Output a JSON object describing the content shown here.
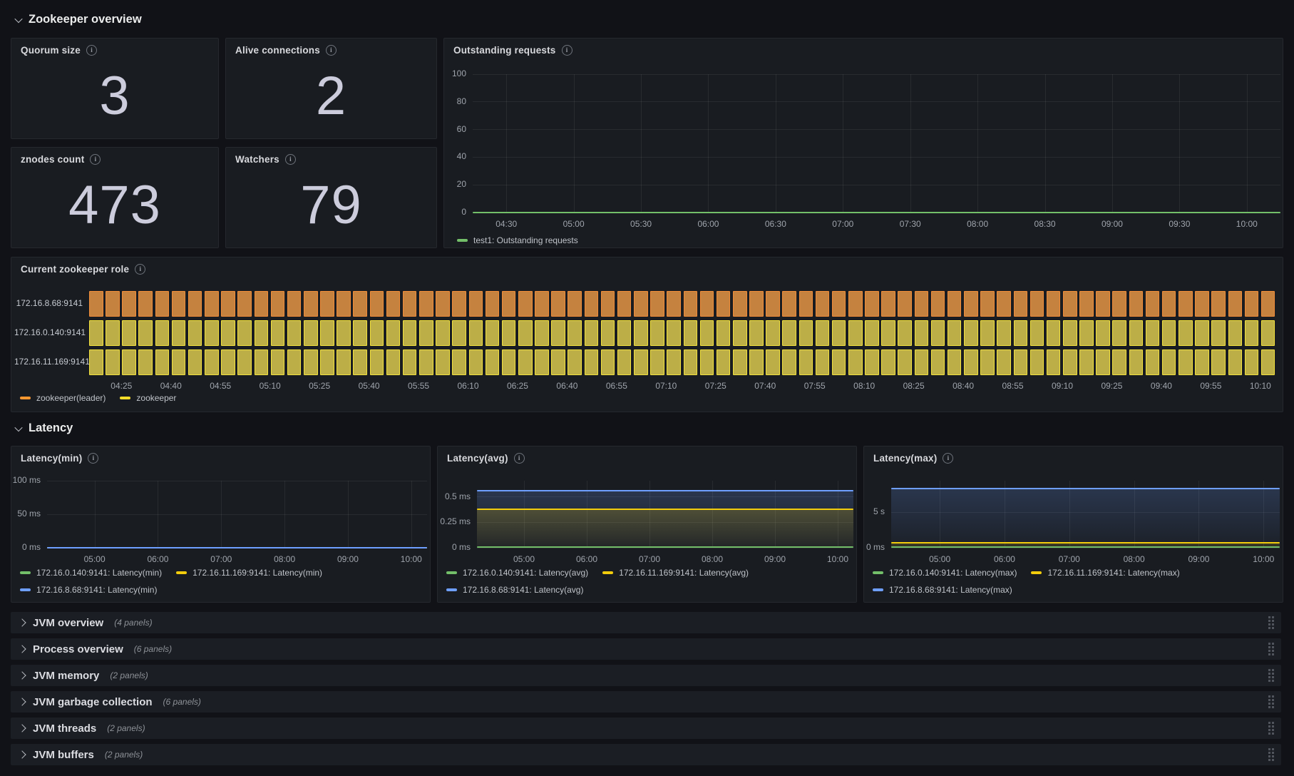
{
  "sections": {
    "overview": "Zookeeper overview",
    "latency": "Latency"
  },
  "stats": [
    {
      "title": "Quorum size",
      "value": "3"
    },
    {
      "title": "Alive connections",
      "value": "2"
    },
    {
      "title": "znodes count",
      "value": "473"
    },
    {
      "title": "Watchers",
      "value": "79"
    }
  ],
  "chart_data": [
    {
      "id": "outstanding",
      "type": "line",
      "title": "Outstanding requests",
      "ylim": [
        0,
        100
      ],
      "y_ticks": [
        {
          "v": 0,
          "label": "0"
        },
        {
          "v": 20,
          "label": "20"
        },
        {
          "v": 40,
          "label": "40"
        },
        {
          "v": 60,
          "label": "60"
        },
        {
          "v": 80,
          "label": "80"
        },
        {
          "v": 100,
          "label": "100"
        }
      ],
      "x_ticks": [
        "04:30",
        "05:00",
        "05:30",
        "06:00",
        "06:30",
        "07:00",
        "07:30",
        "08:00",
        "08:30",
        "09:00",
        "09:30",
        "10:00"
      ],
      "series": [
        {
          "name": "test1: Outstanding requests",
          "color": "#73bf69",
          "value": 0,
          "fill": false
        }
      ],
      "legend_position": "bottom",
      "grid": true
    },
    {
      "id": "role",
      "type": "status-history",
      "title": "Current zookeeper role",
      "rows": [
        {
          "label": "172.16.8.68:9141",
          "state": "zookeeper(leader)",
          "border": "#f08c39",
          "fill": "#c5823f"
        },
        {
          "label": "172.16.0.140:9141",
          "state": "zookeeper",
          "border": "#f2e13d",
          "fill": "#bcae47"
        },
        {
          "label": "172.16.11.169:9141",
          "state": "zookeeper",
          "border": "#f2e13d",
          "fill": "#bcae47"
        }
      ],
      "bar_count": 72,
      "x_ticks": [
        "04:25",
        "04:40",
        "04:55",
        "05:10",
        "05:25",
        "05:40",
        "05:55",
        "06:10",
        "06:25",
        "06:40",
        "06:55",
        "07:10",
        "07:25",
        "07:40",
        "07:55",
        "08:10",
        "08:25",
        "08:40",
        "08:55",
        "09:10",
        "09:25",
        "09:40",
        "09:55",
        "10:10"
      ],
      "legend": [
        {
          "label": "zookeeper(leader)",
          "color": "#ff9830"
        },
        {
          "label": "zookeeper",
          "color": "#fade2a"
        }
      ]
    },
    {
      "id": "latency_min",
      "type": "line",
      "title": "Latency(min)",
      "ylim": [
        0,
        100
      ],
      "y_ticks": [
        {
          "v": 0,
          "label": "0 ms"
        },
        {
          "v": 50,
          "label": "50 ms"
        },
        {
          "v": 100,
          "label": "100 ms"
        }
      ],
      "x_ticks": [
        "05:00",
        "06:00",
        "07:00",
        "08:00",
        "09:00",
        "10:00"
      ],
      "series": [
        {
          "name": "172.16.0.140:9141: Latency(min)",
          "color": "#73bf69",
          "value": 0,
          "fill": false
        },
        {
          "name": "172.16.11.169:9141: Latency(min)",
          "color": "#f2cc0c",
          "value": 0,
          "fill": false
        },
        {
          "name": "172.16.8.68:9141: Latency(min)",
          "color": "#6e9fff",
          "value": 0,
          "fill": false
        }
      ],
      "legend_position": "bottom"
    },
    {
      "id": "latency_avg",
      "type": "line",
      "title": "Latency(avg)",
      "ylim": [
        0,
        0.66
      ],
      "y_ticks": [
        {
          "v": 0,
          "label": "0 ms"
        },
        {
          "v": 0.25,
          "label": "0.25 ms"
        },
        {
          "v": 0.5,
          "label": "0.5 ms"
        }
      ],
      "x_ticks": [
        "05:00",
        "06:00",
        "07:00",
        "08:00",
        "09:00",
        "10:00"
      ],
      "series": [
        {
          "name": "172.16.0.140:9141: Latency(avg)",
          "color": "#73bf69",
          "value": 0.005,
          "fill": false
        },
        {
          "name": "172.16.11.169:9141: Latency(avg)",
          "color": "#f2cc0c",
          "value": 0.38,
          "fill": true
        },
        {
          "name": "172.16.8.68:9141: Latency(avg)",
          "color": "#6e9fff",
          "value": 0.565,
          "fill": true
        }
      ],
      "legend_position": "bottom"
    },
    {
      "id": "latency_max",
      "type": "line",
      "title": "Latency(max)",
      "ylim": [
        0,
        9.4
      ],
      "y_ticks": [
        {
          "v": 0,
          "label": "0 ms"
        },
        {
          "v": 5,
          "label": "5 s"
        }
      ],
      "x_ticks": [
        "05:00",
        "06:00",
        "07:00",
        "08:00",
        "09:00",
        "10:00"
      ],
      "series": [
        {
          "name": "172.16.0.140:9141: Latency(max)",
          "color": "#73bf69",
          "value": 0.12,
          "fill": false
        },
        {
          "name": "172.16.11.169:9141: Latency(max)",
          "color": "#f2cc0c",
          "value": 0.72,
          "fill": true
        },
        {
          "name": "172.16.8.68:9141: Latency(max)",
          "color": "#6e9fff",
          "value": 8.35,
          "fill": true
        }
      ],
      "legend_position": "bottom"
    }
  ],
  "collapsed_rows": [
    {
      "title": "JVM overview",
      "count": "(4 panels)"
    },
    {
      "title": "Process overview",
      "count": "(6 panels)"
    },
    {
      "title": "JVM memory",
      "count": "(2 panels)"
    },
    {
      "title": "JVM garbage collection",
      "count": "(6 panels)"
    },
    {
      "title": "JVM threads",
      "count": "(2 panels)"
    },
    {
      "title": "JVM buffers",
      "count": "(2 panels)"
    }
  ],
  "colors": {
    "background": "#111217",
    "panel": "#191c21",
    "green": "#73bf69",
    "yellow": "#f2cc0c",
    "bright_yellow": "#fade2a",
    "blue": "#6e9fff",
    "orange": "#ff9830"
  }
}
